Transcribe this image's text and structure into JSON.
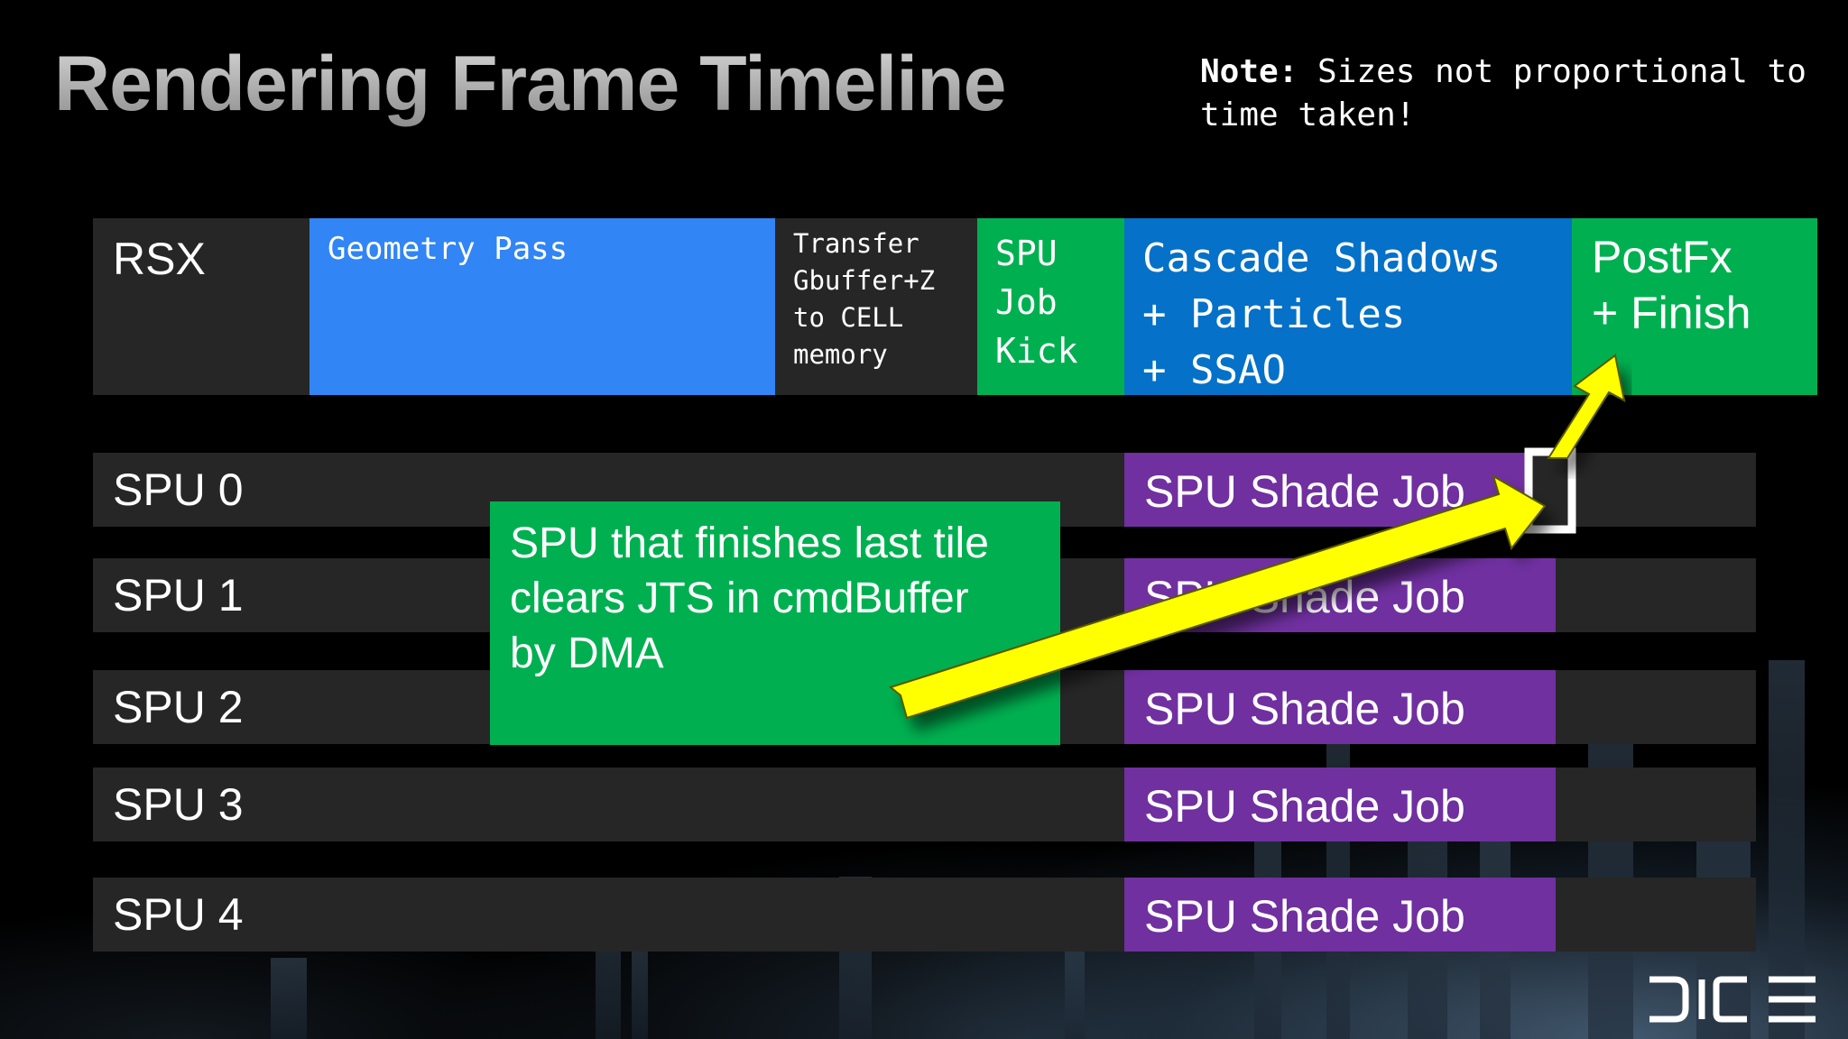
{
  "slide": {
    "title": "Rendering Frame Timeline",
    "note_bold": "Note:",
    "note_text": " Sizes not proportional to time taken!"
  },
  "rsx": {
    "label": "RSX",
    "blocks": {
      "geometry": "Geometry Pass",
      "transfer": [
        "Transfer",
        "Gbuffer+Z",
        "to CELL",
        "memory"
      ],
      "spu_job_kick": [
        "SPU",
        "Job",
        "Kick"
      ],
      "cascade": [
        "Cascade Shadows",
        "+ Particles",
        "+ SSAO"
      ],
      "postfx": [
        "PostFx",
        "+ Finish"
      ]
    }
  },
  "spu_rows": [
    {
      "label": "SPU 0",
      "job": "SPU Shade Job"
    },
    {
      "label": "SPU 1",
      "job": "SPU Shade Job"
    },
    {
      "label": "SPU 2",
      "job": "SPU Shade Job"
    },
    {
      "label": "SPU 3",
      "job": "SPU Shade Job"
    },
    {
      "label": "SPU 4",
      "job": "SPU Shade Job"
    }
  ],
  "callout": {
    "lines": [
      "SPU that finishes last tile",
      "clears JTS in cmdBuffer",
      "by DMA"
    ]
  },
  "logo": {
    "text": "DICE"
  },
  "colors": {
    "row_bg": "#262626",
    "geometry_blue": "#3185f5",
    "spu_job_kick_green": "#00b050",
    "cascade_blue": "#0571c8",
    "postfx_green": "#00b050",
    "shade_purple": "#7030a0",
    "callout_green": "#00b050",
    "arrow_yellow": "#ffff00",
    "marker_white": "#ffffff"
  }
}
